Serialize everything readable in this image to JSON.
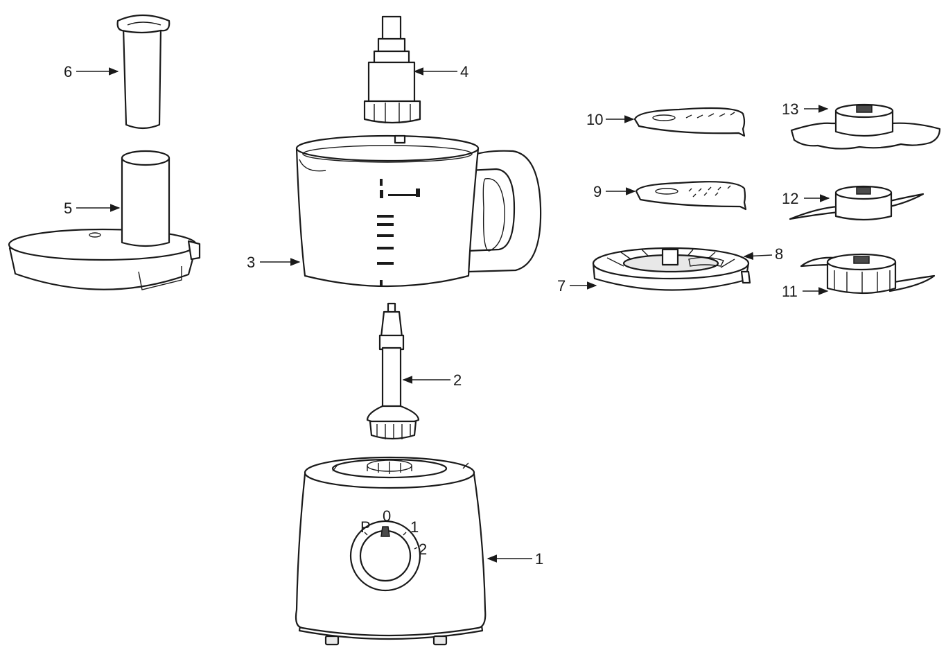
{
  "callouts": {
    "c1": "1",
    "c2": "2",
    "c3": "3",
    "c4": "4",
    "c5": "5",
    "c6": "6",
    "c7": "7",
    "c8": "8",
    "c9": "9",
    "c10": "10",
    "c11": "11",
    "c12": "12",
    "c13": "13"
  },
  "colors": {
    "line": "#1a1a1a",
    "fill": "#ffffff",
    "shade": "#e8e8e8"
  }
}
